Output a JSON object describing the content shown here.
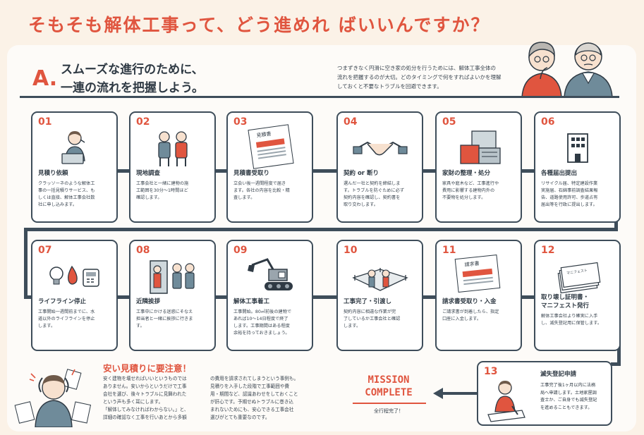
{
  "header": {
    "title": "そもそも解体工事って、どう進めれ ばいいんですか？",
    "section_letter": "A.",
    "section_title_line1": "スムーズな進行のために、",
    "section_title_line2": "一連の流れを把握しよう。",
    "intro_line1": "つまずきなく円滑に空き家の処分を行うためには、解体工事全体の",
    "intro_line2": "流れを把握するのが大切。どのタイミングで何をすればよいかを理解",
    "intro_line3": "しておくと不要なトラブルを回避できます。"
  },
  "steps": [
    {
      "num": "01",
      "title": "見積り依頼",
      "desc": [
        "クラッソーネのような解体工",
        "事の一括見積りサービス、も",
        "しくは直接、解体工事会社数",
        "社に申し込みます。"
      ]
    },
    {
      "num": "02",
      "title": "現地調査",
      "desc": [
        "工事会社と一緒に建物の施",
        "工範囲を30分～1時間ほど",
        "確認します。"
      ]
    },
    {
      "num": "03",
      "title": "見積書受取り",
      "desc": [
        "立会い後一週間程度で届き",
        "ます。各社の内容を比較・精",
        "査します。"
      ]
    },
    {
      "num": "04",
      "title": "契約 or 断り",
      "desc": [
        "選んだ一社と契約を締結しま",
        "す。トラブルを防ぐために必ず",
        "契約内容を確認し、契約書を",
        "取り交わします。"
      ]
    },
    {
      "num": "05",
      "title": "家財の整理・処分",
      "desc": [
        "家具や庭木など、工事進行や",
        "費用に影響する建物内外の",
        "不要物を処分します。"
      ]
    },
    {
      "num": "06",
      "title": "各種届出提出",
      "desc": [
        "リサイクル届、特定建設作業",
        "実施届、石綿事前調査結果報",
        "告、道路使用許可、歩道占有",
        "届出等を行政に提出します。"
      ]
    },
    {
      "num": "07",
      "title": "ライフライン停止",
      "desc": [
        "工事開始一週間前までに、水",
        "道以外のライフラインを停止",
        "します。"
      ]
    },
    {
      "num": "08",
      "title": "近隣挨拶",
      "desc": [
        "工事中にかける迷惑にそなえ",
        "担当者と一緒に挨拶に行きま",
        "す。"
      ]
    },
    {
      "num": "09",
      "title": "解体工事着工",
      "desc": [
        "工事開始。80㎡前後の建物で",
        "あれば10～14日程度で終了",
        "します。工事期間はある程度",
        "余裕を持っておきましょう。"
      ]
    },
    {
      "num": "10",
      "title": "工事完了・引渡し",
      "desc": [
        "契約内容に相違な作業が完",
        "了しているか工事会社と確認",
        "します。"
      ]
    },
    {
      "num": "11",
      "title": "請求書受取り・入金",
      "desc": [
        "ご請求書が到着したら、指定",
        "口座に入金します。"
      ]
    },
    {
      "num": "12",
      "title": "取り壊し証明書・",
      "title2": "マニフェスト発行",
      "desc": [
        "解体工事会社より確実に入手",
        "し、滅失登記用に保管します。"
      ]
    },
    {
      "num": "13",
      "title": "滅失登記申請",
      "desc": [
        "工事完了後1ヶ月以内に法務",
        "局へ申請します。土地家屋調",
        "査士か、ご自身でも滅失登記",
        "を進めることもできます。"
      ]
    }
  ],
  "warning": {
    "title": "安い見積りに要注意！",
    "col1": [
      "安く建物を壊せればいいというものでは",
      "ありません。安いからというだけで工事",
      "会社を選び、後々トラブルに見舞われた",
      "という声も多く耳にします。",
      "「解体してみなければわからない。」と、",
      "詳細の確認なく工事を行いあとから多額"
    ],
    "col2": [
      "の費用を請求されてしまうという事例も。",
      "見積りを入手した段階で工事範囲や費",
      "用・期間など、認識あわせをしておくこと",
      "が肝心です。予期せぬトラブルに巻き込",
      "まれないためにも、安心できる工事会社",
      "選びがとても重要なのです。"
    ]
  },
  "mission": {
    "line1": "MISSION",
    "line2": "COMPLETE",
    "sub": "全行程完了！"
  },
  "illustration_labels": {
    "estimate_doc": "見積書",
    "invoice_doc": "請求書",
    "manifest_doc": "マニフェスト"
  }
}
